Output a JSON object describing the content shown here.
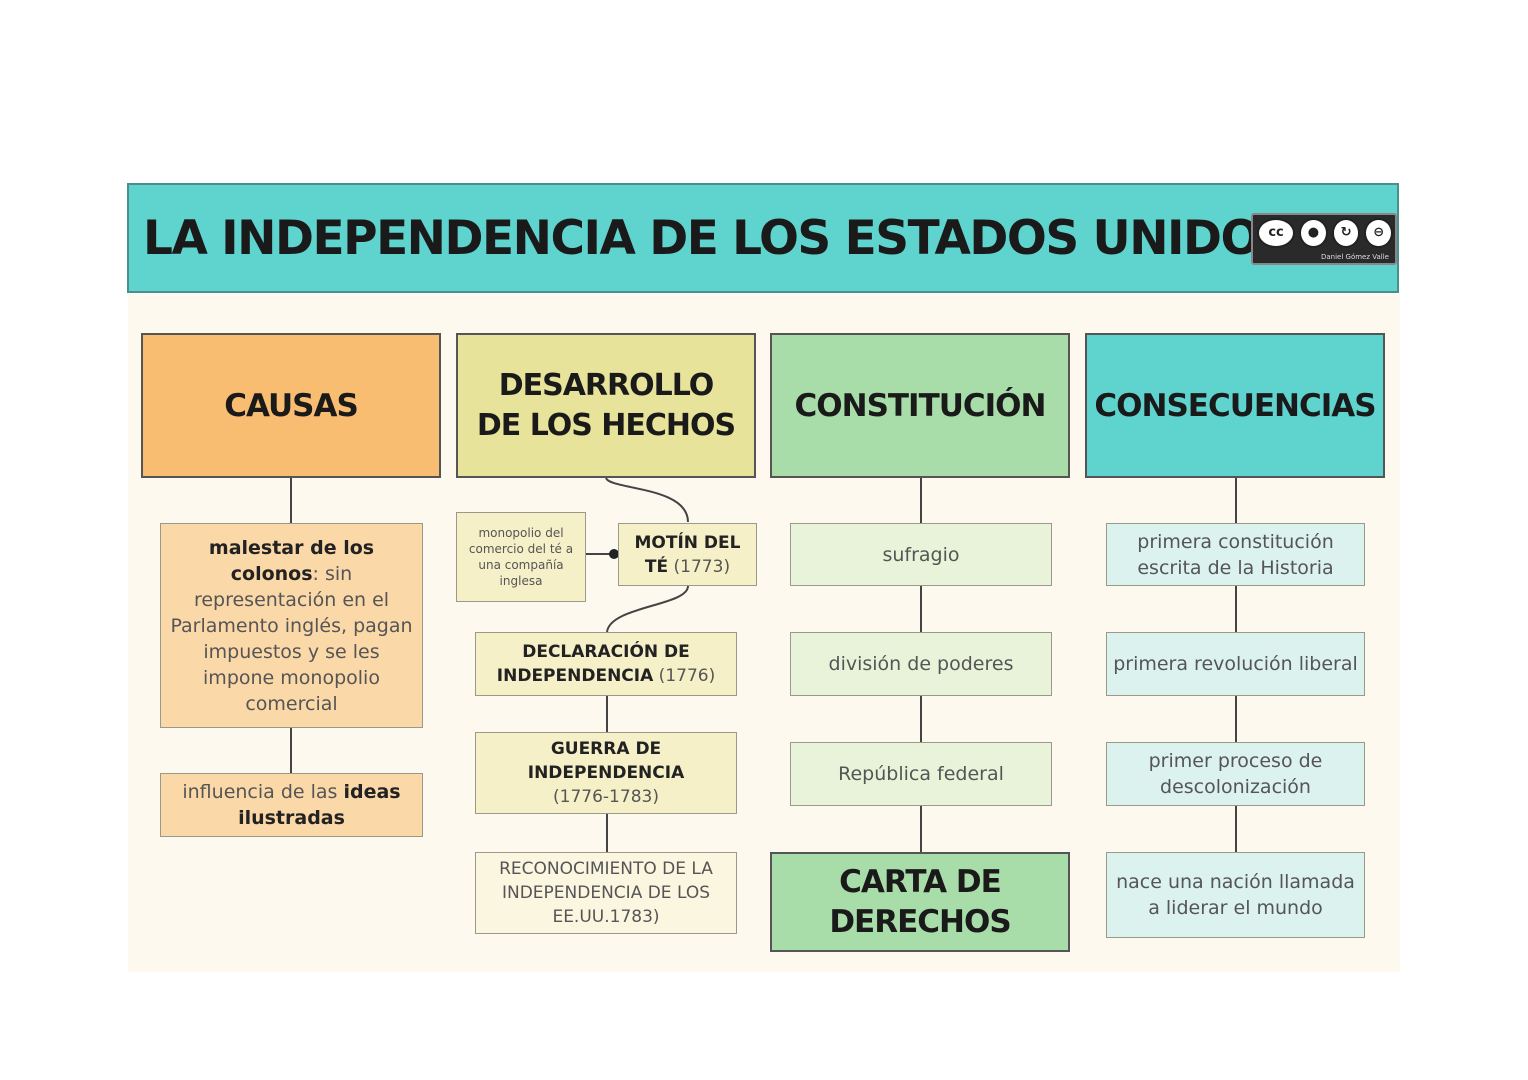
{
  "title": "LA INDEPENDENCIA DE LOS ESTADOS UNIDOS",
  "license": {
    "symbols": [
      "cc",
      "by",
      "sa",
      "nc"
    ],
    "author": "Daniel Gómez Valle"
  },
  "colors": {
    "title_bg": "#5fd4cf",
    "causas": "#f9bd72",
    "desarrollo": "#e8e39a",
    "constitucion": "#a8dca8",
    "consecuencias": "#5fd4cf"
  },
  "columns": {
    "causas": {
      "header": "CAUSAS",
      "box1": {
        "bold1": "malestar de los colonos",
        "text": ": sin representación en el Parlamento inglés, pagan impuestos y se les impone monopolio comercial"
      },
      "box2": {
        "text": "influencia de las ",
        "bold": "ideas ilustradas"
      }
    },
    "desarrollo": {
      "header": "DESARROLLO DE LOS HECHOS",
      "side_note": "monopolio del comercio del té a una compañía inglesa",
      "motin": {
        "bold": "MOTÍN DEL TÉ",
        "date": " (1773)"
      },
      "declaracion": {
        "bold": "DECLARACIÓN DE INDEPENDENCIA",
        "date": " (1776)"
      },
      "guerra": {
        "bold": "GUERRA DE INDEPENDENCIA",
        "date": "(1776-1783)"
      },
      "reconocimiento": "RECONOCIMIENTO DE LA INDEPENDENCIA DE LOS EE.UU.1783)"
    },
    "constitucion": {
      "header": "CONSTITUCIÓN",
      "items": [
        "sufragio",
        "división de poderes",
        "República federal"
      ],
      "carta": "CARTA DE DERECHOS"
    },
    "consecuencias": {
      "header": "CONSECUENCIAS",
      "items": [
        "primera constitución escrita de la Historia",
        "primera revolución liberal",
        "primer proceso de descolonización",
        "nace una nación llamada a liderar el mundo"
      ]
    }
  }
}
